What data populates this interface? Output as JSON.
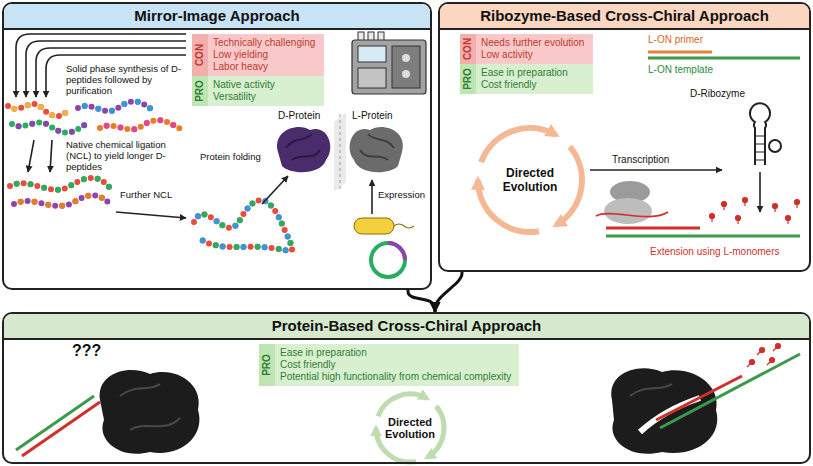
{
  "diagram": {
    "nodes": [
      {
        "text": [
          "Mirror-Image Approach"
        ]
      },
      {
        "text": [
          "CON",
          "Technically challenging",
          "Low yielding",
          "Labor heavy"
        ],
        "in": 0
      },
      {
        "text": [
          "PRO",
          "Native activity",
          "Versatility"
        ],
        "in": 0
      },
      {
        "text": [
          "Ribozyme-Based Cross-Chiral Approach"
        ]
      },
      {
        "text": [
          "CON",
          "Needs further evolution",
          "Low activity"
        ],
        "in": 3
      },
      {
        "text": [
          "PRO",
          "Ease in preparation",
          "Cost friendly"
        ],
        "in": 3
      },
      {
        "text": [
          "Protein-Based Cross-Chiral Approach"
        ]
      },
      {
        "text": [
          "PRO",
          "Ease in preparation",
          "Cost friendly",
          "Potential high functionality from chemical complexity"
        ],
        "in": 6
      }
    ],
    "edges": [
      {
        "from": 0,
        "to": 6,
        "arrow": "to"
      },
      {
        "from": 3,
        "to": 6,
        "arrow": "to"
      }
    ],
    "labels": [
      "Solid phase synthesis of D-peptides followed by purification",
      "Native chemical ligation (NCL) to yield longer D-peptides",
      "Further NCL",
      "Protein folding",
      "D-Protein",
      "L-Protein",
      "Expression",
      "L-ON primer",
      "L-ON template",
      "Directed Evolution",
      "Transcription",
      "D-Ribozyme",
      "Extension using L-monomers",
      "???",
      "Directed Evolution"
    ]
  }
}
